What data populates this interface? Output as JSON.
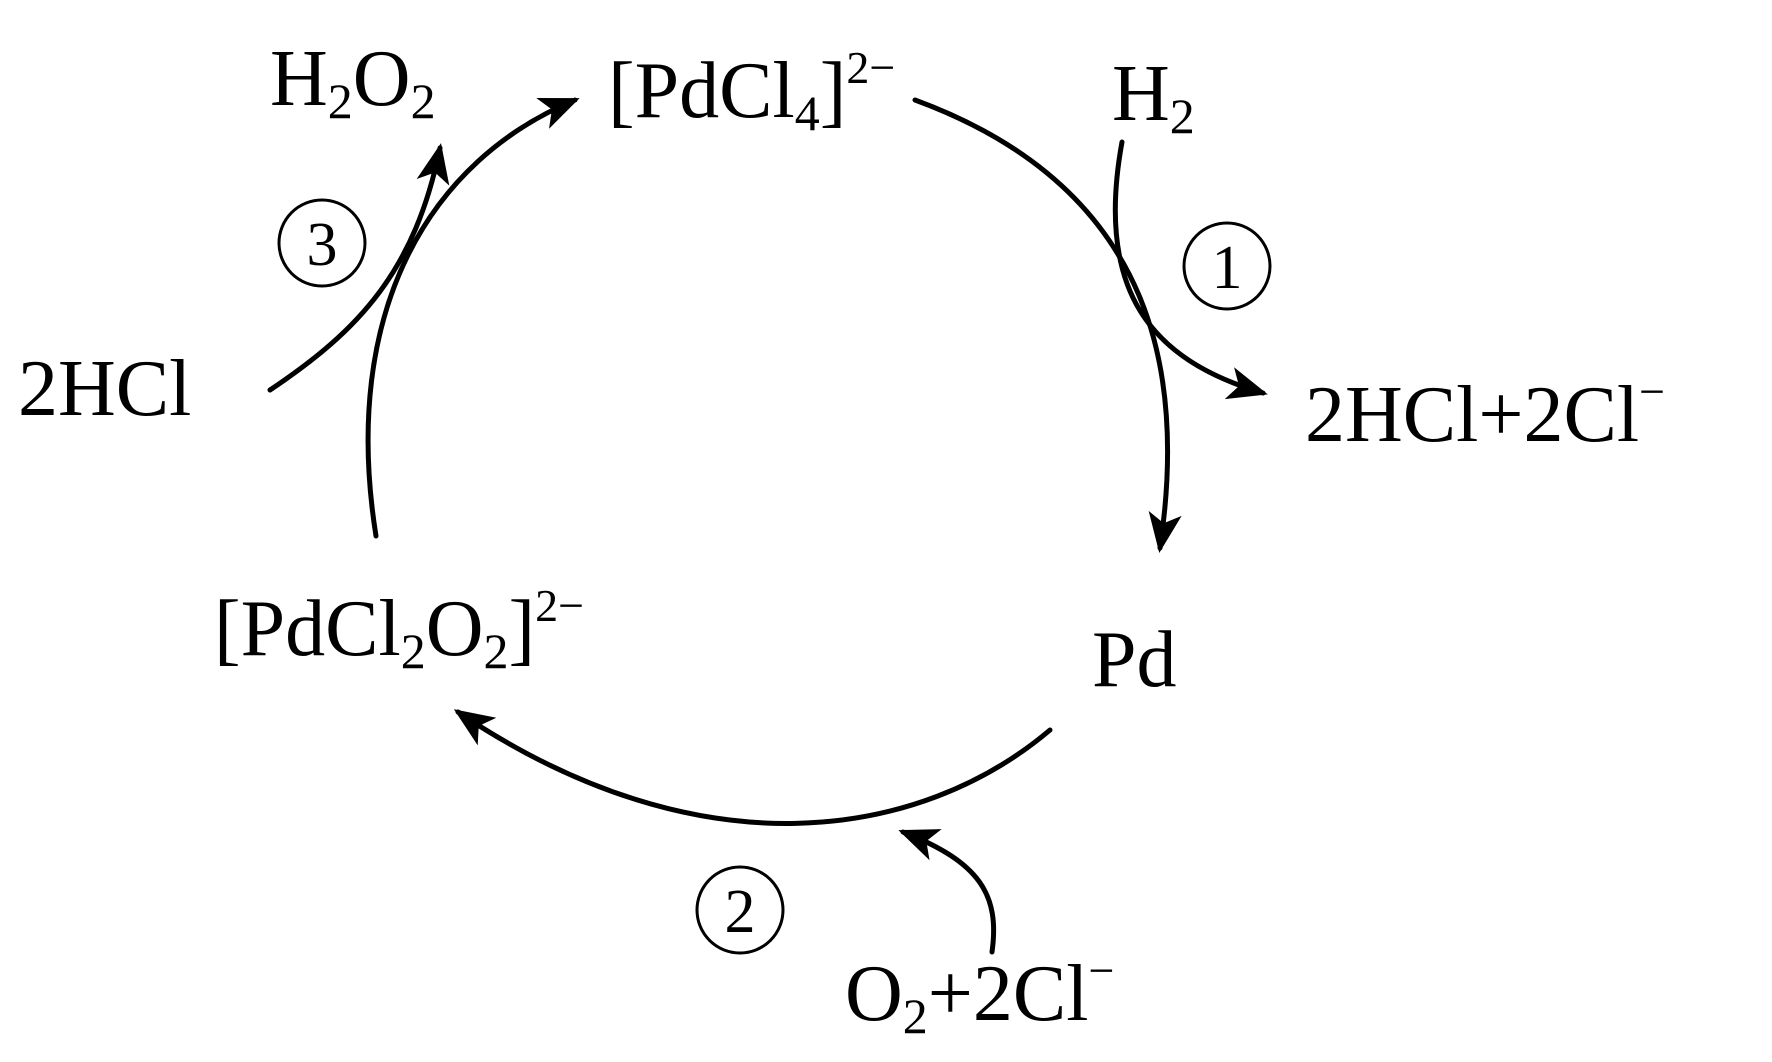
{
  "species": {
    "pdcl4": {
      "open": "[PdCl",
      "sub": "4",
      "close": "]",
      "charge": "2−"
    },
    "h2": {
      "main": "H",
      "sub": "2"
    },
    "h2o2": {
      "h": "H",
      "sub1": "2",
      "o": "O",
      "sub2": "2"
    },
    "hcl_left": {
      "text": "2HCl"
    },
    "products_right": {
      "main": "2HCl+2Cl",
      "charge": "−"
    },
    "pd": {
      "text": "Pd"
    },
    "pdcl2o2": {
      "open": "[PdCl",
      "sub1": "2",
      "o": "O",
      "sub2": "2",
      "close": "]",
      "charge": "2−"
    },
    "o2_cl": {
      "o": "O",
      "sub": "2",
      "rest": "+2Cl",
      "charge": "−"
    }
  },
  "steps": {
    "step1": "1",
    "step2": "2",
    "step3": "3"
  },
  "colors": {
    "ink": "#000000",
    "background": "#ffffff"
  }
}
